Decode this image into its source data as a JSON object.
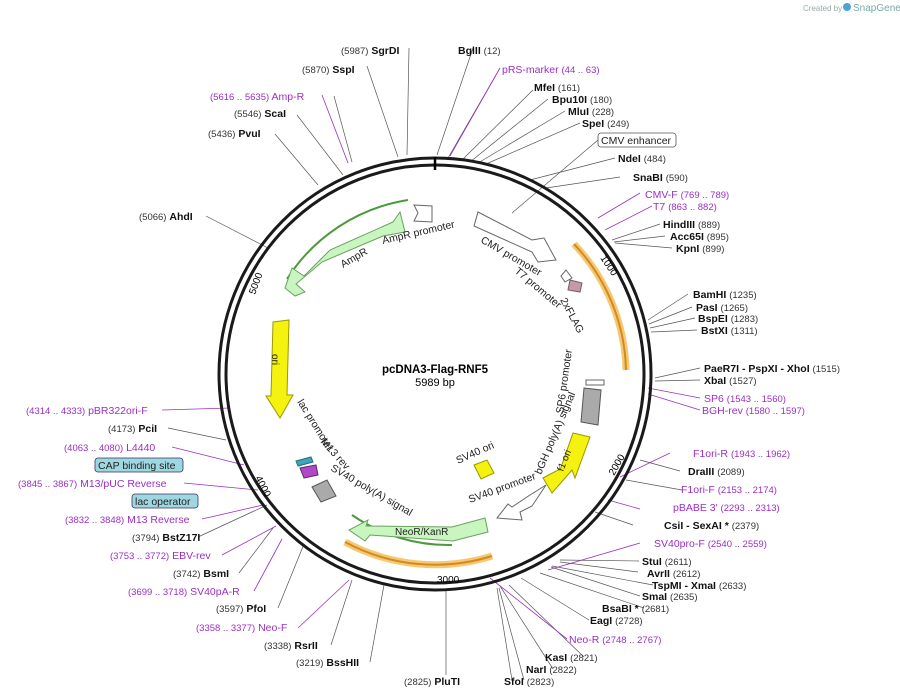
{
  "credit": {
    "prefix": "Created by",
    "brand": "SnapGene"
  },
  "plasmid": {
    "name": "pcDNA3-Flag-RNF5",
    "size_label": "5989 bp"
  },
  "ticks": [
    "1000",
    "2000",
    "3000",
    "4000",
    "5000"
  ],
  "features": [
    {
      "id": "ampr",
      "label": "AmpR",
      "fill": "#c8f5c0",
      "stroke": "#7db872"
    },
    {
      "id": "ampr-promoter",
      "label": "AmpR promoter",
      "fill": "#ffffff",
      "stroke": "#666666"
    },
    {
      "id": "cmv-promoter",
      "label": "CMV promoter",
      "fill": "#ffffff",
      "stroke": "#666666"
    },
    {
      "id": "t7-promoter",
      "label": "T7 promoter",
      "fill": "#ffffff",
      "stroke": "#666666"
    },
    {
      "id": "flag",
      "label": "2xFLAG",
      "fill": "#c49aa5",
      "stroke": "#7a5a64"
    },
    {
      "id": "sp6-promoter",
      "label": "SP6 promoter",
      "fill": "#ffffff",
      "stroke": "#666666"
    },
    {
      "id": "bgh",
      "label": "bGH poly(A) signal",
      "fill": "#aaaaaa",
      "stroke": "#555555"
    },
    {
      "id": "f1ori",
      "label": "f1 ori",
      "fill": "#f4f20e",
      "stroke": "#999900"
    },
    {
      "id": "sv40ori",
      "label": "SV40 ori",
      "fill": "#f4f20e",
      "stroke": "#999900"
    },
    {
      "id": "sv40-promoter",
      "label": "SV40 promoter",
      "fill": "#ffffff",
      "stroke": "#666666"
    },
    {
      "id": "neor",
      "label": "NeoR/KanR",
      "fill": "#c8f5c0",
      "stroke": "#7db872"
    },
    {
      "id": "sv40pa",
      "label": "SV40 poly(A) signal",
      "fill": "#aaaaaa",
      "stroke": "#555555"
    },
    {
      "id": "m13rev",
      "label": "M13 rev",
      "fill": "#ffffff",
      "stroke": "#666666"
    },
    {
      "id": "lac-promoter",
      "label": "lac promoter",
      "fill": "#ffffff",
      "stroke": "#666666"
    },
    {
      "id": "ori",
      "label": "ori",
      "fill": "#f4f20e",
      "stroke": "#999900"
    }
  ],
  "sites": [
    {
      "name": "SgrDI",
      "pos": "(5987)",
      "primer": false
    },
    {
      "name": "BglII",
      "pos": "(12)",
      "primer": false
    },
    {
      "name": "SspI",
      "pos": "(5870)",
      "primer": false
    },
    {
      "name": "pRS-marker",
      "pos": "(44 .. 63)",
      "primer": true
    },
    {
      "name": "MfeI",
      "pos": "(161)",
      "primer": false
    },
    {
      "name": "Amp-R",
      "pos": "(5616 .. 5635)",
      "primer": true
    },
    {
      "name": "Bpu10I",
      "pos": "(180)",
      "primer": false
    },
    {
      "name": "MluI",
      "pos": "(228)",
      "primer": false
    },
    {
      "name": "ScaI",
      "pos": "(5546)",
      "primer": false
    },
    {
      "name": "SpeI",
      "pos": "(249)",
      "primer": false
    },
    {
      "name": "PvuI",
      "pos": "(5436)",
      "primer": false
    },
    {
      "name": "NdeI",
      "pos": "(484)",
      "primer": false
    },
    {
      "name": "SnaBI",
      "pos": "(590)",
      "primer": false
    },
    {
      "name": "CMV-F",
      "pos": "(769 .. 789)",
      "primer": true
    },
    {
      "name": "AhdI",
      "pos": "(5066)",
      "primer": false
    },
    {
      "name": "T7",
      "pos": "(863 .. 882)",
      "primer": true
    },
    {
      "name": "HindIII",
      "pos": "(889)",
      "primer": false
    },
    {
      "name": "Acc65I",
      "pos": "(895)",
      "primer": false
    },
    {
      "name": "KpnI",
      "pos": "(899)",
      "primer": false
    },
    {
      "name": "BamHI",
      "pos": "(1235)",
      "primer": false
    },
    {
      "name": "PasI",
      "pos": "(1265)",
      "primer": false
    },
    {
      "name": "BspEI",
      "pos": "(1283)",
      "primer": false
    },
    {
      "name": "BstXI",
      "pos": "(1311)",
      "primer": false
    },
    {
      "name": "PaeR7I - PspXI - XhoI",
      "pos": "(1515)",
      "primer": false
    },
    {
      "name": "XbaI",
      "pos": "(1527)",
      "primer": false
    },
    {
      "name": "SP6",
      "pos": "(1543 .. 1560)",
      "primer": true
    },
    {
      "name": "pBR322ori-F",
      "pos": "(4314 .. 4333)",
      "primer": true
    },
    {
      "name": "BGH-rev",
      "pos": "(1580 .. 1597)",
      "primer": true
    },
    {
      "name": "PciI",
      "pos": "(4173)",
      "primer": false
    },
    {
      "name": "L4440",
      "pos": "(4063 .. 4080)",
      "primer": true
    },
    {
      "name": "F1ori-R",
      "pos": "(1943 .. 1962)",
      "primer": true
    },
    {
      "name": "DraIII",
      "pos": "(2089)",
      "primer": false
    },
    {
      "name": "M13/pUC Reverse",
      "pos": "(3845 .. 3867)",
      "primer": true
    },
    {
      "name": "F1ori-F",
      "pos": "(2153 .. 2174)",
      "primer": true
    },
    {
      "name": "pBABE 3'",
      "pos": "(2293 .. 2313)",
      "primer": true
    },
    {
      "name": "M13 Reverse",
      "pos": "(3832 .. 3848)",
      "primer": true
    },
    {
      "name": "CsiI - SexAI *",
      "pos": "(2379)",
      "primer": false
    },
    {
      "name": "BstZ17I",
      "pos": "(3794)",
      "primer": false
    },
    {
      "name": "SV40pro-F",
      "pos": "(2540 .. 2559)",
      "primer": true
    },
    {
      "name": "EBV-rev",
      "pos": "(3753 .. 3772)",
      "primer": true
    },
    {
      "name": "StuI",
      "pos": "(2611)",
      "primer": false
    },
    {
      "name": "BsmI",
      "pos": "(3742)",
      "primer": false
    },
    {
      "name": "AvrII",
      "pos": "(2612)",
      "primer": false
    },
    {
      "name": "TspMI - XmaI",
      "pos": "(2633)",
      "primer": false
    },
    {
      "name": "SV40pA-R",
      "pos": "(3699 .. 3718)",
      "primer": true
    },
    {
      "name": "SmaI",
      "pos": "(2635)",
      "primer": false
    },
    {
      "name": "BsaBI *",
      "pos": "(2681)",
      "primer": false
    },
    {
      "name": "PfoI",
      "pos": "(3597)",
      "primer": false
    },
    {
      "name": "EagI",
      "pos": "(2728)",
      "primer": false
    },
    {
      "name": "Neo-F",
      "pos": "(3358 .. 3377)",
      "primer": true
    },
    {
      "name": "Neo-R",
      "pos": "(2748 .. 2767)",
      "primer": true
    },
    {
      "name": "RsrII",
      "pos": "(3338)",
      "primer": false
    },
    {
      "name": "KasI",
      "pos": "(2821)",
      "primer": false
    },
    {
      "name": "BssHII",
      "pos": "(3219)",
      "primer": false
    },
    {
      "name": "NarI",
      "pos": "(2822)",
      "primer": false
    },
    {
      "name": "PluTI",
      "pos": "(2825)",
      "primer": false
    },
    {
      "name": "SfoI",
      "pos": "(2823)",
      "primer": false
    }
  ],
  "boxed_labels": [
    "CMV enhancer",
    "CAP binding site",
    "lac operator"
  ]
}
